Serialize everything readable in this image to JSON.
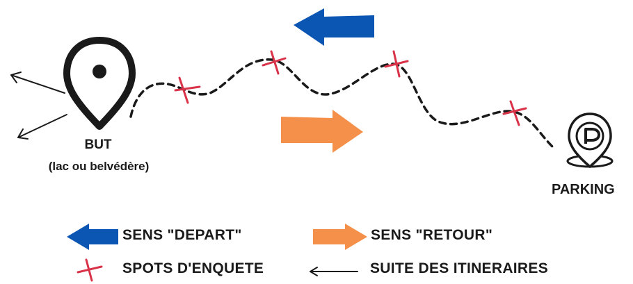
{
  "labels": {
    "goal": "BUT",
    "goal_detail": "(lac ou belvédère)",
    "parking": "PARKING"
  },
  "legend": {
    "depart": "SENS \"DEPART\"",
    "retour": "SENS \"RETOUR\"",
    "spots": "SPOTS D'ENQUETE",
    "itineraries": "SUITE DES ITINERAIRES"
  },
  "icons": {
    "goal": "map-pin-icon",
    "parking": "parking-pin-icon",
    "spot": "cross-mark-icon",
    "depart_arrow": "left-arrow-icon",
    "retour_arrow": "right-arrow-icon",
    "continuation": "thin-arrow-icon"
  },
  "colors": {
    "depart": "#0b55b3",
    "retour": "#f5904a",
    "spot": "#d9334a",
    "ink": "#1a1a1a"
  }
}
